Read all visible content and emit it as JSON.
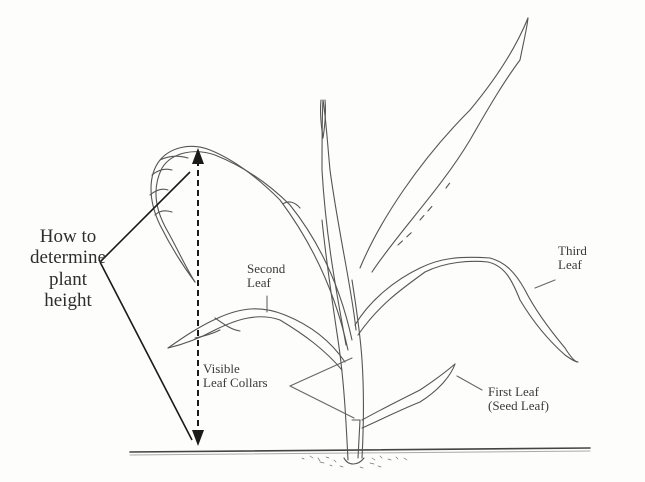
{
  "diagram": {
    "subject": "Corn seedling leaf staging and plant height measurement",
    "labels": {
      "plant_height": [
        "How to",
        "determine",
        "plant",
        "height"
      ],
      "second_leaf": [
        "Second",
        "Leaf"
      ],
      "third_leaf": [
        "Third",
        "Leaf"
      ],
      "visible_leaf_collars": [
        "Visible",
        "Leaf Collars"
      ],
      "first_leaf": [
        "First Leaf",
        "(Seed Leaf)"
      ]
    },
    "colors": {
      "line": "#555555",
      "arrow": "#1a1a1a",
      "text": "#3a3a3a",
      "background": "#fdfdfc"
    }
  }
}
